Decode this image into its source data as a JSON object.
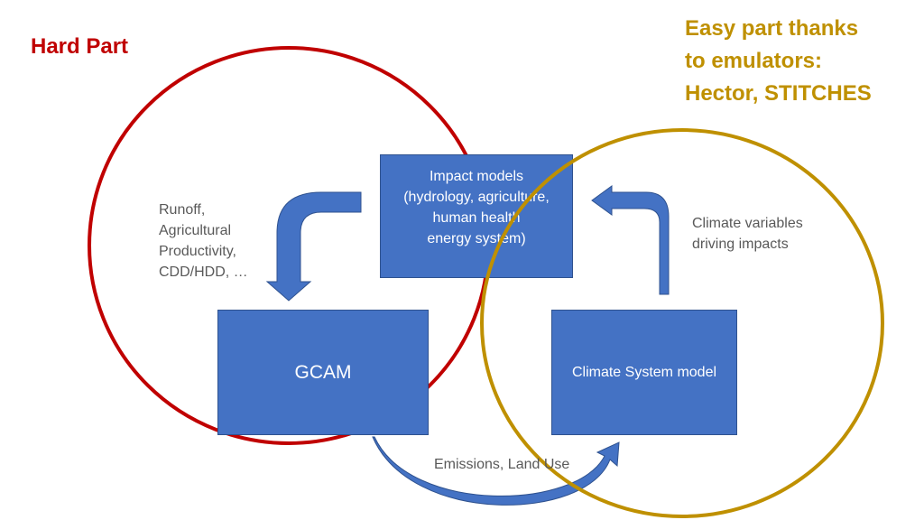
{
  "labels": {
    "hard_part": "Hard Part",
    "easy_part": [
      "Easy part thanks",
      "to emulators:",
      "Hector, STITCHES"
    ]
  },
  "boxes": {
    "impact_models": [
      "Impact models",
      "(hydrology, agriculture,",
      "human health",
      "energy system)"
    ],
    "gcam": "GCAM",
    "climate_system": "Climate System model"
  },
  "notes": {
    "left": [
      "Runoff,",
      "Agricultural",
      "Productivity,",
      "CDD/HDD, …"
    ],
    "right": [
      "Climate variables",
      "driving impacts"
    ],
    "bottom": "Emissions, Land Use"
  },
  "colors": {
    "hard_circle": "#c00000",
    "easy_circle": "#bf9000",
    "box_fill": "#4472c4",
    "box_border": "#2f528f",
    "arrow_fill": "#4472c4",
    "arrow_stroke": "#2f528f",
    "note_text": "#595959"
  }
}
